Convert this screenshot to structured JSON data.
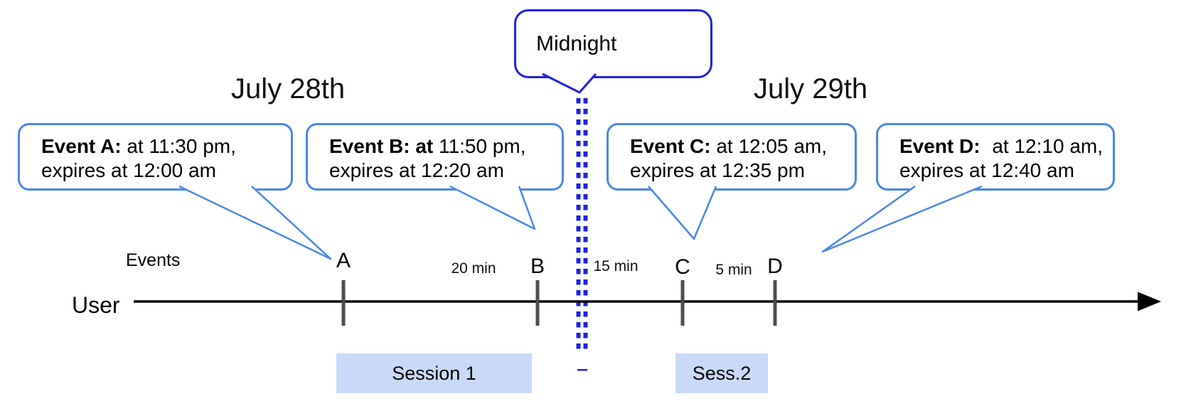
{
  "titles": {
    "left_date": "July 28th",
    "right_date": "July 29th"
  },
  "midnight": {
    "label": "Midnight"
  },
  "callouts": [
    {
      "id": "A",
      "bold": "Event A:",
      "line1_rest": " at 11:30 pm,",
      "line2": "expires at 12:00 am"
    },
    {
      "id": "B",
      "bold": "Event B: at",
      "line1_rest": " 11:50 pm,",
      "line2": "expires at 12:20 am"
    },
    {
      "id": "C",
      "bold": "Event C:",
      "line1_rest": " at 12:05 am,",
      "line2": "expires at 12:35 pm"
    },
    {
      "id": "D",
      "bold": "Event D:",
      "line1_rest": " at 12:10 am,",
      "line2": "expires at 12:40 am"
    }
  ],
  "timeline": {
    "events_label": "Events",
    "user_label": "User",
    "ticks": [
      {
        "letter": "A"
      },
      {
        "letter": "B"
      },
      {
        "letter": "C"
      },
      {
        "letter": "D"
      }
    ],
    "intervals": [
      {
        "label": "20 min"
      },
      {
        "label": "15 min"
      },
      {
        "label": "5 min"
      }
    ]
  },
  "sessions": [
    {
      "label": "Session 1"
    },
    {
      "label": "Sess.2"
    }
  ],
  "colors": {
    "callout_border": "#4a86e8",
    "midnight_blue": "#2020e0",
    "session_fill": "#c9daf8",
    "tick_gray": "#4d4d4d",
    "timeline_black": "#000000"
  }
}
